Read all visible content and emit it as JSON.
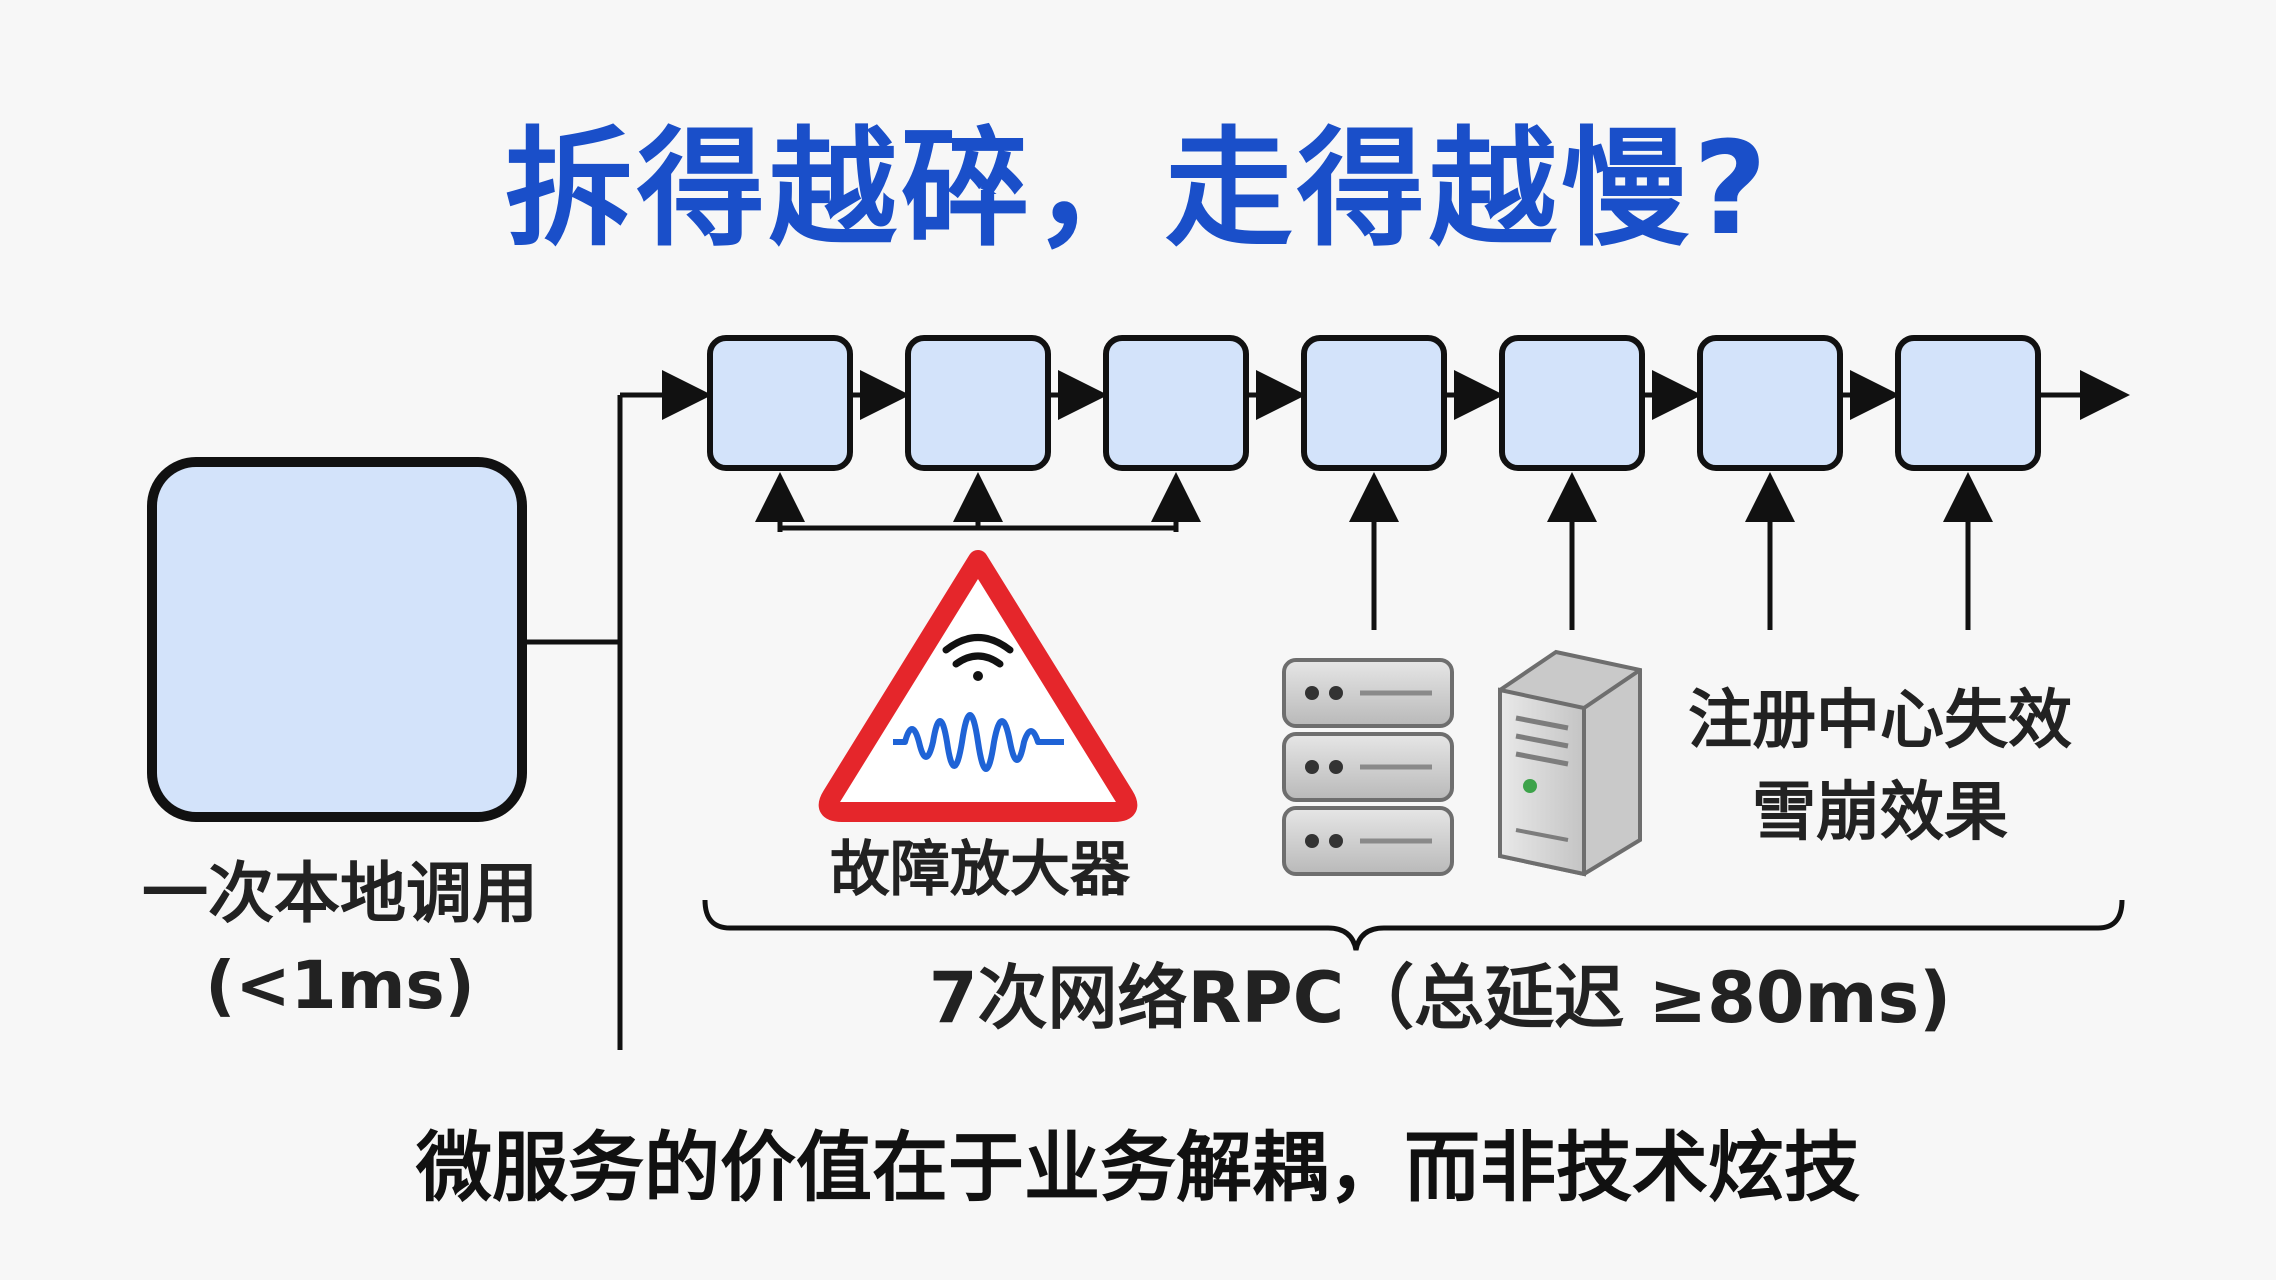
{
  "title": "拆得越碎，走得越慢?",
  "local_call": {
    "line1": "一次本地调用",
    "line2": "(<1ms)"
  },
  "fault_amplifier": "故障放大器",
  "registry_failure": {
    "line1": "注册中心失效",
    "line2": "雪崩效果"
  },
  "rpc_summary": "7次网络RPC（总延迟 ≥80ms)",
  "conclusion": "微服务的价值在于业务解耦，而非技术炫技",
  "colors": {
    "title": "#1a4fc9",
    "box_fill": "#d3e3fa",
    "warning_red": "#e5262b",
    "wave_blue": "#1f63d6"
  },
  "icons": [
    "warning-triangle-icon",
    "wifi-signal-icon",
    "server-rack-icon",
    "tower-server-icon"
  ]
}
